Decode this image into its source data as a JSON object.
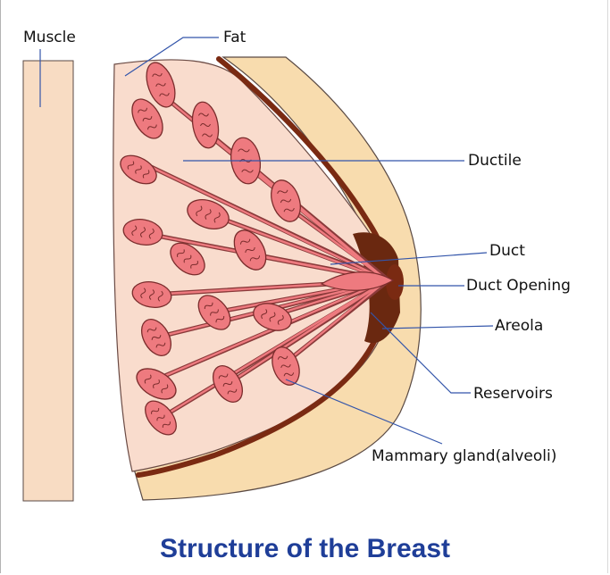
{
  "title": "Structure of the Breast",
  "labels": {
    "muscle": "Muscle",
    "fat": "Fat",
    "ductile": "Ductile",
    "duct": "Duct",
    "duct_opening": "Duct Opening",
    "areola": "Areola",
    "reservoirs": "Reservoirs",
    "mammary_gland": "Mammary gland(alveoli)"
  },
  "colors": {
    "muscle": "#f8dcc3",
    "fat": "#f7dcc6",
    "skin": "#f8dcae",
    "outline": "#7a2a12",
    "lobule_fill": "#ee7a7f",
    "lobule_stroke": "#7a2c2c",
    "leader_line": "#3355aa",
    "title": "#1f3e98"
  }
}
